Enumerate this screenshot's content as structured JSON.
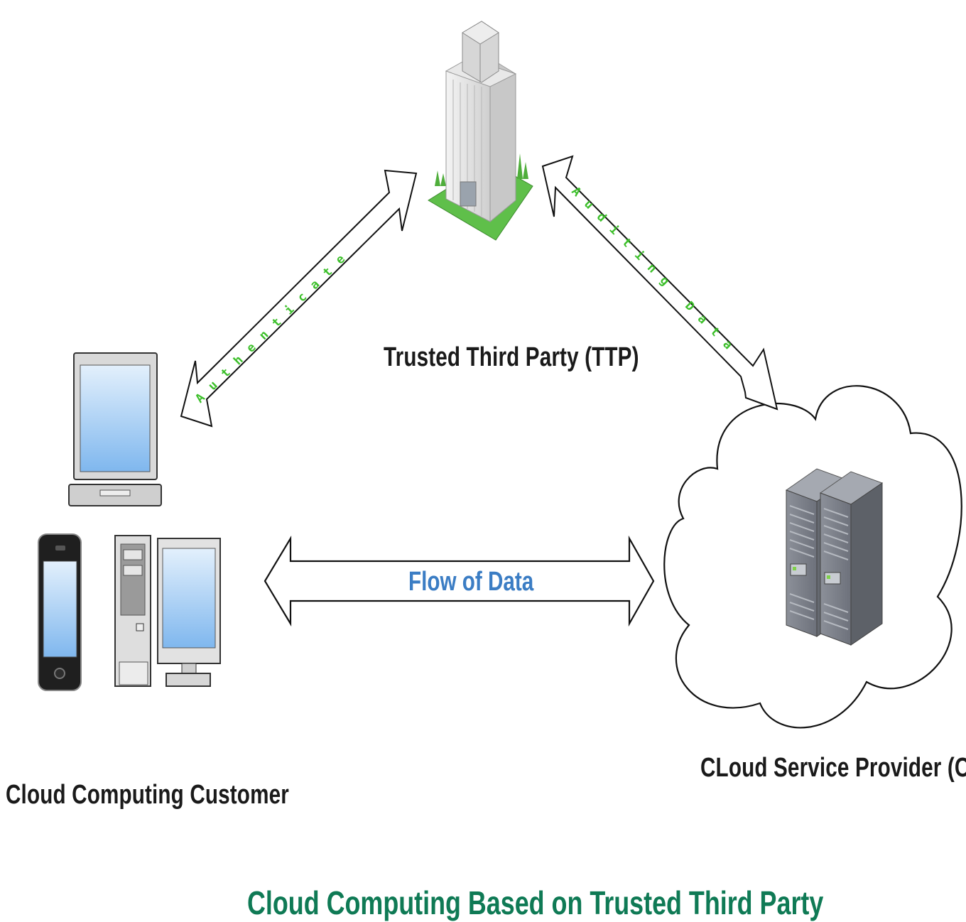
{
  "title": "Cloud Computing Based on Trusted Third Party",
  "nodes": {
    "ttp": {
      "label": "Trusted Third Party (TTP)"
    },
    "customer": {
      "label": "Cloud Computing Customer"
    },
    "csp": {
      "label": "CLoud Service Provider (CSP)"
    }
  },
  "edges": {
    "customer_ttp": {
      "label": "Authenticate"
    },
    "ttp_csp": {
      "label": "Auditing Data"
    },
    "customer_csp": {
      "label": "Flow of Data"
    }
  },
  "colors": {
    "title": "#0f7a55",
    "flow_label": "#3b7dc4",
    "arrow_text": "#3cbf2a",
    "screen": "#9ec9f3",
    "grass": "#5fbf4a"
  },
  "icons": [
    "building-icon",
    "laptop-icon",
    "smartphone-icon",
    "desktop-computer-icon",
    "cloud-icon",
    "server-rack-icon"
  ]
}
